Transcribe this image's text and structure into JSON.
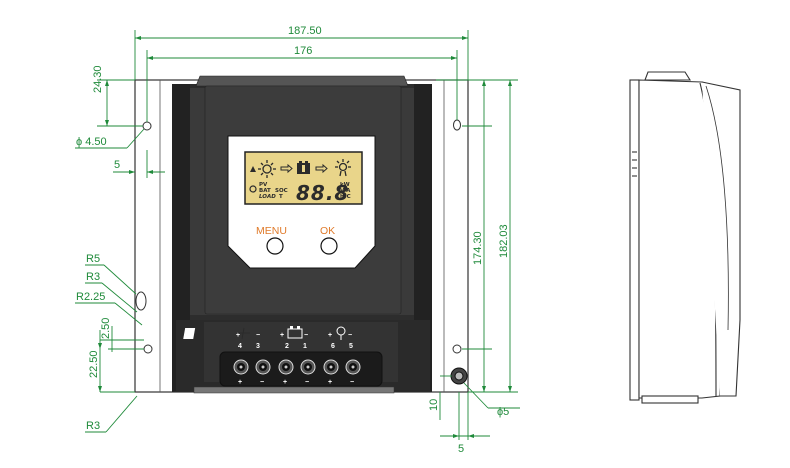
{
  "dimensions": {
    "overall_width": "187.50",
    "hole_span_width": "176",
    "top_offset": "24.30",
    "hole_diameter": "ϕ 4.50",
    "edge_offset": "5",
    "hole_span_height": "174.30",
    "overall_height": "182.03",
    "radius_r5": "R5",
    "radius_r3_upper": "R3",
    "radius_r2_25": "R2.25",
    "slot_2_50": "2.50",
    "slot_22_50": "22.50",
    "radius_r3_lower": "R3",
    "bottom_offset_10": "10",
    "bottom_hole_diameter": "ϕ5",
    "bottom_edge_5": "5"
  },
  "buttons": {
    "menu_label": "MENU",
    "ok_label": "OK"
  },
  "lcd": {
    "pv": "PV",
    "bat": "BAT",
    "load": "LOAD",
    "soc": "SOC",
    "t": "T",
    "digits": "88.8",
    "units_top": "kW",
    "units_mid": "V A",
    "units_bot": "h°C"
  },
  "terminals": {
    "numbers": [
      "4",
      "3",
      "2",
      "1",
      "6",
      "5"
    ],
    "polarity": [
      "+",
      "−",
      "+",
      "−",
      "+",
      "−"
    ]
  },
  "colors": {
    "dimension": "#1f8a3a",
    "body": "#2b2b2b",
    "lcd": "#e9d58a",
    "label": "#e07a2a"
  }
}
